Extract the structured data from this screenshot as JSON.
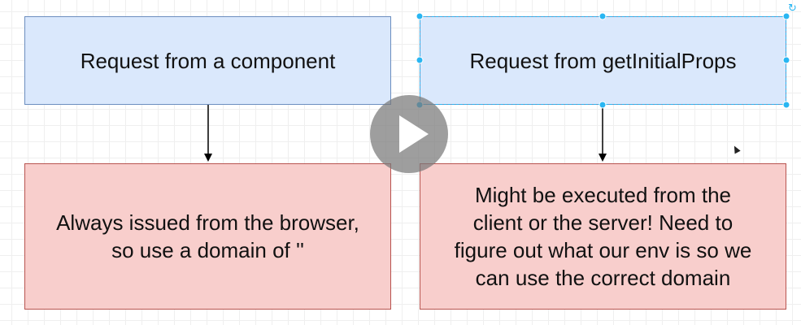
{
  "diagram": {
    "nodes": [
      {
        "id": "req-component",
        "label": "Request from a component",
        "style": "blue"
      },
      {
        "id": "req-initial",
        "label": "Request from getInitialProps",
        "style": "blue",
        "selected": true
      },
      {
        "id": "browser",
        "label": "Always issued from the browser,\nso use a domain of ''",
        "style": "red"
      },
      {
        "id": "env",
        "label": "Might be executed from the\nclient or the server!  Need to\nfigure out what our env is so we\ncan use the correct domain",
        "style": "red"
      }
    ],
    "edges": [
      {
        "from": "req-component",
        "to": "browser"
      },
      {
        "from": "req-initial",
        "to": "env"
      }
    ]
  },
  "colors": {
    "blue_fill": "#dae8fc",
    "blue_stroke": "#6c8ebf",
    "red_fill": "#f8cecc",
    "red_stroke": "#b85450",
    "selection": "#29b6f2"
  },
  "overlay": {
    "play_icon": "play-icon",
    "cursor_icon": "mouse-cursor-icon",
    "rotate_icon": "rotate-icon"
  }
}
